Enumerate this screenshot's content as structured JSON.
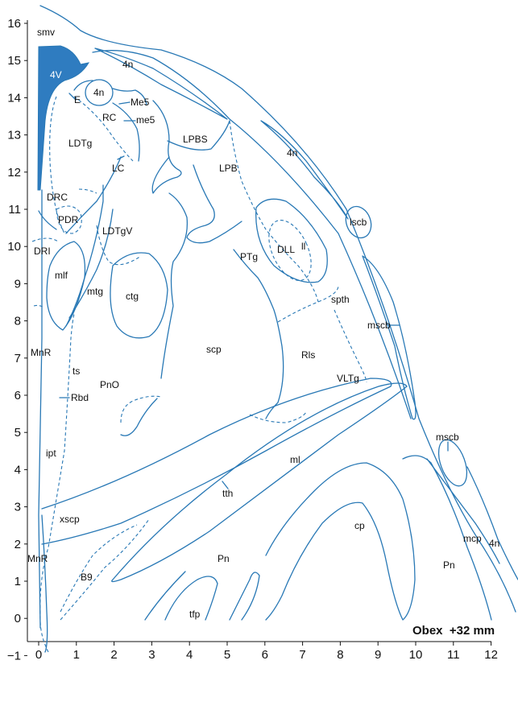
{
  "colors": {
    "outline": "#2878b5",
    "ventricle": "#2f7cc0",
    "text": "#111111"
  },
  "caption": "Obex  +32 mm",
  "axis": {
    "y_ticks": [
      "16",
      "15",
      "14",
      "13",
      "12",
      "11",
      "10",
      "9",
      "8",
      "7",
      "6",
      "5",
      "4",
      "3",
      "2",
      "1",
      "0",
      "−1"
    ],
    "x_ticks": [
      "0",
      "1",
      "2",
      "3",
      "4",
      "5",
      "6",
      "7",
      "8",
      "9",
      "10",
      "11",
      "12"
    ]
  },
  "labels": {
    "smv": "smv",
    "v4": "4V",
    "n4_top": "4n",
    "n4_circle": "4n",
    "E": "E",
    "Me5": "Me5",
    "RC": "RC",
    "me5": "me5",
    "LDTg": "LDTg",
    "LPBS": "LPBS",
    "n4_mid": "4n",
    "LC": "LC",
    "LPB": "LPB",
    "DRC": "DRC",
    "PDR": "PDR",
    "LDTgV": "LDTgV",
    "lscb": "lscb",
    "ll": "ll",
    "DRI": "DRI",
    "DLL": "DLL",
    "PTg": "PTg",
    "mlf": "mlf",
    "mtg": "mtg",
    "ctg": "ctg",
    "spth": "spth",
    "mscb_a": "mscb",
    "MnR_a": "MnR",
    "scp": "scp",
    "Rls": "Rls",
    "ts": "ts",
    "PnO": "PnO",
    "VLTg": "VLTg",
    "Rbd": "Rbd",
    "mscb_b": "mscb",
    "ipt": "ipt",
    "ml": "ml",
    "tth": "tth",
    "xscp": "xscp",
    "cp": "cp",
    "mcp": "mcp",
    "n4_low": "4n",
    "MnR_b": "MnR",
    "Pn_a": "Pn",
    "Pn_b": "Pn",
    "B9": "B9",
    "tfp": "tfp"
  }
}
